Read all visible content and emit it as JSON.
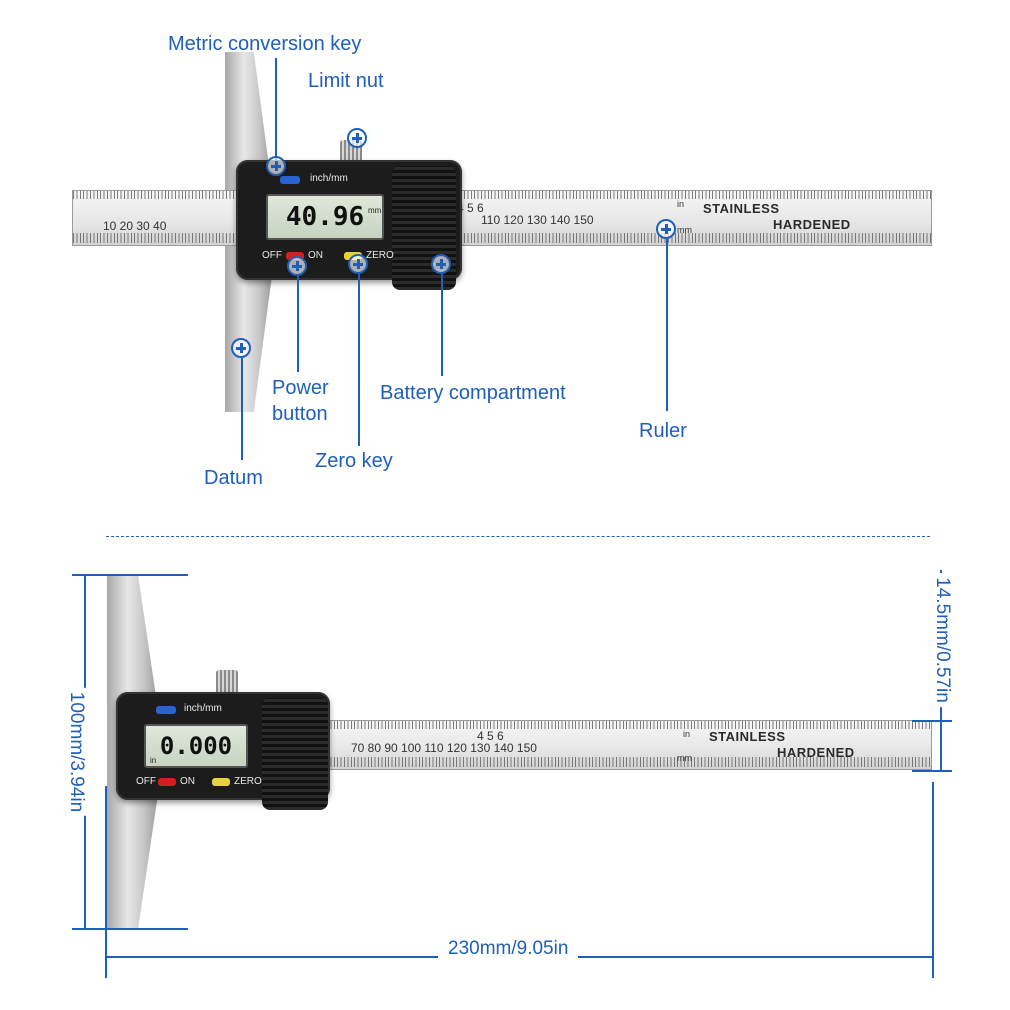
{
  "callouts": {
    "metric_conversion_key": "Metric conversion key",
    "limit_nut": "Limit nut",
    "power_button": [
      "Power",
      "button"
    ],
    "battery_compartment": "Battery compartment",
    "ruler": "Ruler",
    "datum": "Datum",
    "zero_key": "Zero key"
  },
  "caliper_top": {
    "display": "40.96",
    "display_unit": "mm",
    "unit_toggle_label": "inch/mm",
    "off_label": "OFF",
    "on_label": "ON",
    "zero_label": "ZERO",
    "scale_mm_left": "10    20    30    40",
    "scale_mm_right": "110    120    130    140    150",
    "scale_in_marks": "4               5                6",
    "in_unit": "in",
    "mm_unit": "mm",
    "stamp_1": "STAINLESS",
    "stamp_2": "HARDENED"
  },
  "caliper_bottom": {
    "display": "0.000",
    "display_unit": "in",
    "unit_toggle_label": "inch/mm",
    "off_label": "OFF",
    "on_label": "ON",
    "zero_label": "ZERO",
    "scale_mm": "70    80    90    100    110    120    130    140    150",
    "scale_in_marks": "4                  5                  6",
    "in_unit": "in",
    "mm_unit": "mm",
    "stamp_1": "STAINLESS",
    "stamp_2": "HARDENED"
  },
  "dimensions": {
    "height": "100mm/3.94in",
    "thickness": "14.5mm/0.57in",
    "length": "230mm/9.05in"
  },
  "colors": {
    "annotation_blue": "#1f5fb8",
    "on_button": "#d21f1f",
    "zero_button": "#e8d23a",
    "unit_button": "#2a62d4"
  }
}
